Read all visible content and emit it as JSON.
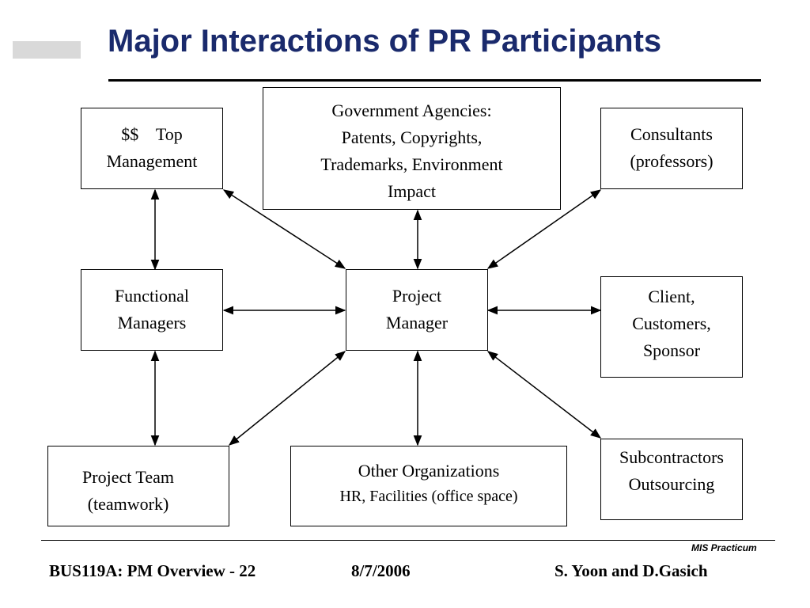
{
  "slide": {
    "title": "Major Interactions of PR Participants"
  },
  "nodes": {
    "top_management": {
      "line1": "$$    Top",
      "line2": "Management"
    },
    "government": {
      "line1": "Government Agencies:",
      "line2": "Patents, Copyrights,",
      "line3": "Trademarks, Environment",
      "line4": "Impact"
    },
    "consultants": {
      "line1": "Consultants",
      "line2": "(professors)"
    },
    "functional_managers": {
      "line1": "Functional",
      "line2": "Managers"
    },
    "project_manager": {
      "line1": "Project",
      "line2": "Manager"
    },
    "client": {
      "line1": "Client,",
      "line2": "Customers,",
      "line3": "Sponsor"
    },
    "project_team": {
      "line1": "Project Team",
      "line2": "(teamwork)"
    },
    "other_orgs": {
      "line1": "Other Organizations",
      "line2": "HR, Facilities (office space)"
    },
    "subcontractors": {
      "line1": "Subcontractors",
      "line2": "Outsourcing"
    }
  },
  "footer": {
    "tag": "MIS Practicum",
    "course": "BUS119A: PM Overview - 22",
    "date": "8/7/2006",
    "authors": "S. Yoon and D.Gasich"
  }
}
